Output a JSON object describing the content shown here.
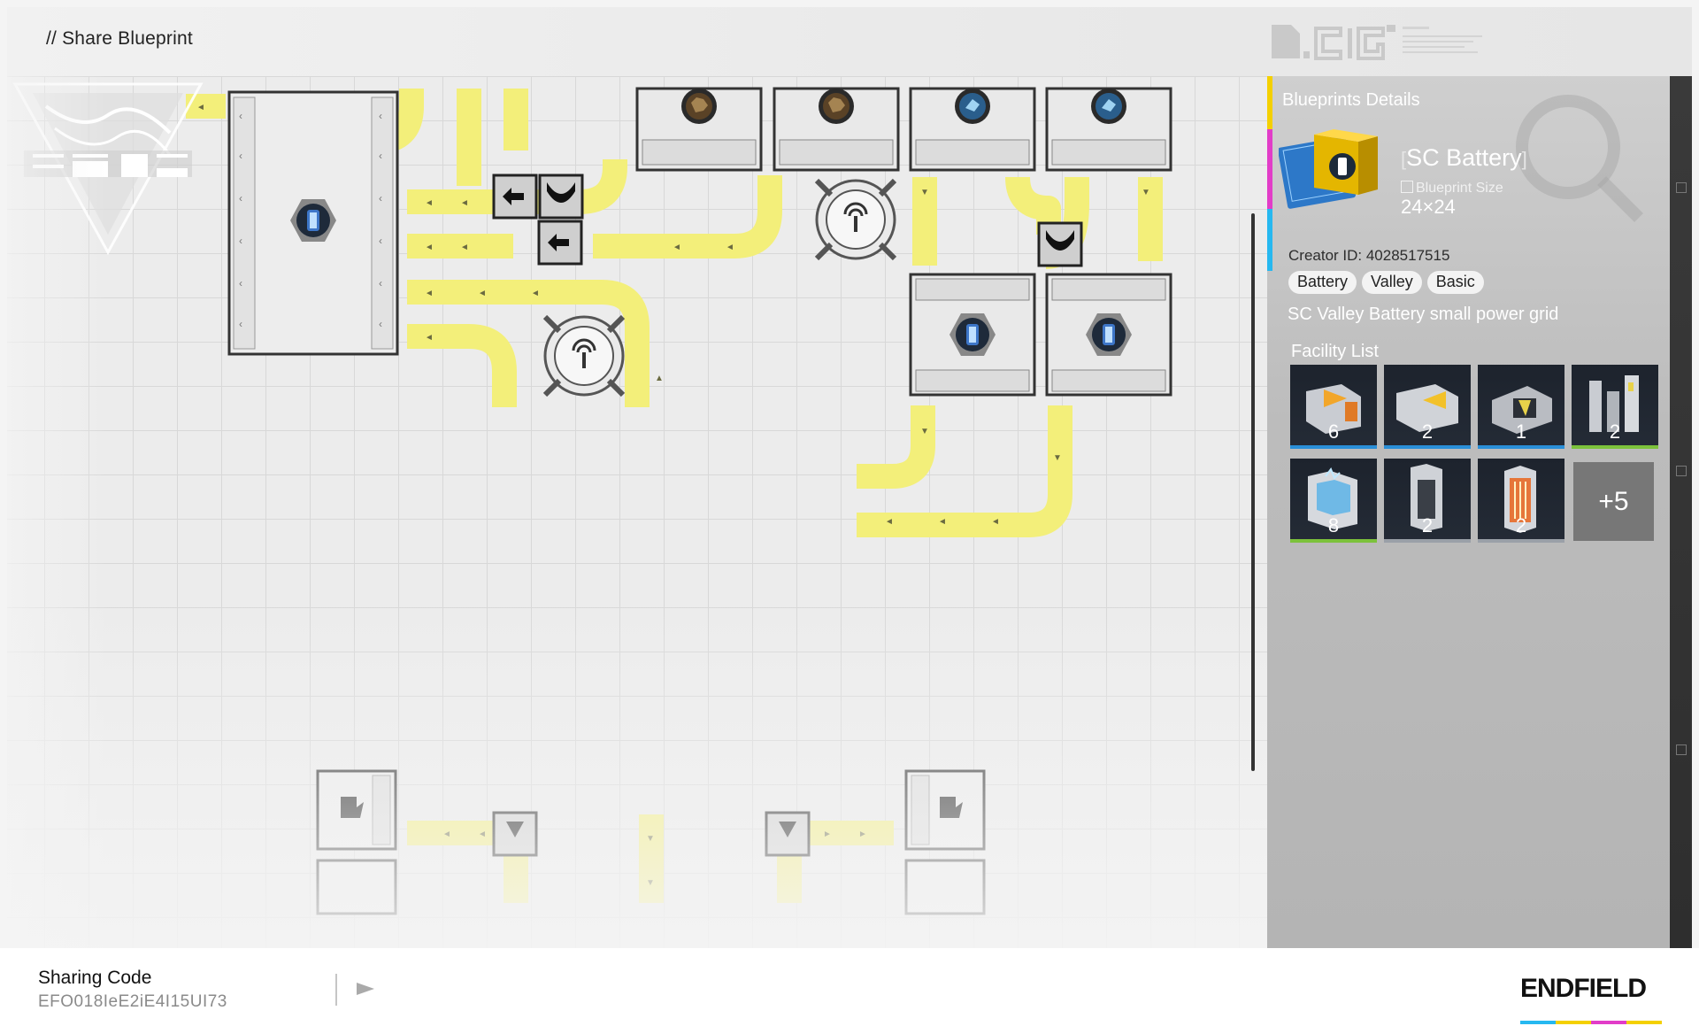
{
  "header": {
    "title": "// Share Blueprint"
  },
  "panel": {
    "heading": "Blueprints Details",
    "name": "SC Battery",
    "name_open_bracket": "[",
    "name_close_bracket": "]",
    "size_label": "Blueprint Size",
    "size_value": "24×24",
    "creator": "Creator ID: 4028517515",
    "tags": [
      "Battery",
      "Valley",
      "Basic"
    ],
    "description": "SC Valley Battery small power grid",
    "facility_title": "Facility List",
    "facilities": [
      {
        "count": "6",
        "tier": "blue"
      },
      {
        "count": "2",
        "tier": "blue"
      },
      {
        "count": "1",
        "tier": "blue"
      },
      {
        "count": "2",
        "tier": "green"
      },
      {
        "count": "8",
        "tier": "green"
      },
      {
        "count": "2",
        "tier": "white"
      },
      {
        "count": "2",
        "tier": "white"
      }
    ],
    "more": "+5",
    "stripe_colors": [
      "#f4d000",
      "#e23cc8",
      "#26b8f0"
    ]
  },
  "footer": {
    "sharing_label": "Sharing Code",
    "sharing_code": "EFO018IeE2iE4I15UI73",
    "logo": "ENDFIELD",
    "logo_colors": [
      "#26b8f0",
      "#f4d000",
      "#e23cc8",
      "#f4d000"
    ]
  },
  "colors": {
    "conveyor": "#f3ef7a",
    "panel_text": "#ffffff",
    "tier_blue": "#2a8fd8",
    "tier_green": "#7cc23b",
    "tier_white": "#9aa0a8"
  },
  "icons": [
    "send-arrow-icon",
    "battery-icon",
    "ore-icon",
    "crystal-icon",
    "relay-tower-icon",
    "splitter-icon",
    "converger-icon",
    "blueprint-icon"
  ]
}
